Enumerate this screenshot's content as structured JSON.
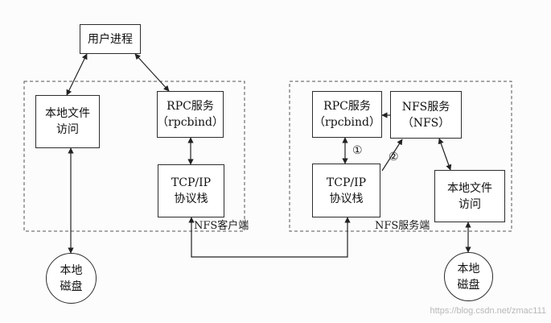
{
  "diagram": {
    "nodes": {
      "user_process": "用户进程",
      "client_local_file": "本地文件\n访问",
      "client_rpc": "RPC服务\n（rpcbind）",
      "client_tcp": "TCP/IP\n协议栈",
      "client_disk": "本地\n磁盘",
      "server_rpc": "RPC服务\n（rpcbind）",
      "server_nfs": "NFS服务\n（NFS）",
      "server_tcp": "TCP/IP\n协议栈",
      "server_local_file": "本地文件\n访问",
      "server_disk": "本地\n磁盘"
    },
    "groups": {
      "client_label": "NFS客户端",
      "server_label": "NFS服务端"
    },
    "markers": {
      "step_1": "①",
      "step_2": "②"
    }
  },
  "watermark": "https://blog.csdn.net/zmac111"
}
